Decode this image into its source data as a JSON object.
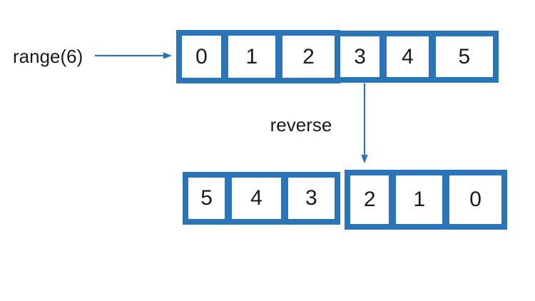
{
  "diagram": {
    "range_label": "range(6)",
    "reverse_label": "reverse",
    "top_row": {
      "cells": [
        "0",
        "1",
        "2",
        "3",
        "4",
        "5"
      ]
    },
    "bottom_row": {
      "cells": [
        "5",
        "4",
        "3",
        "2",
        "1",
        "0"
      ]
    },
    "icons": {
      "right_arrow": "right-arrow",
      "down_arrow": "down-arrow"
    },
    "colors": {
      "box_blue": "#2B74B8",
      "arrow_blue": "#2E75B6",
      "text": "#1A1A1A",
      "background": "#FFFFFF"
    }
  }
}
